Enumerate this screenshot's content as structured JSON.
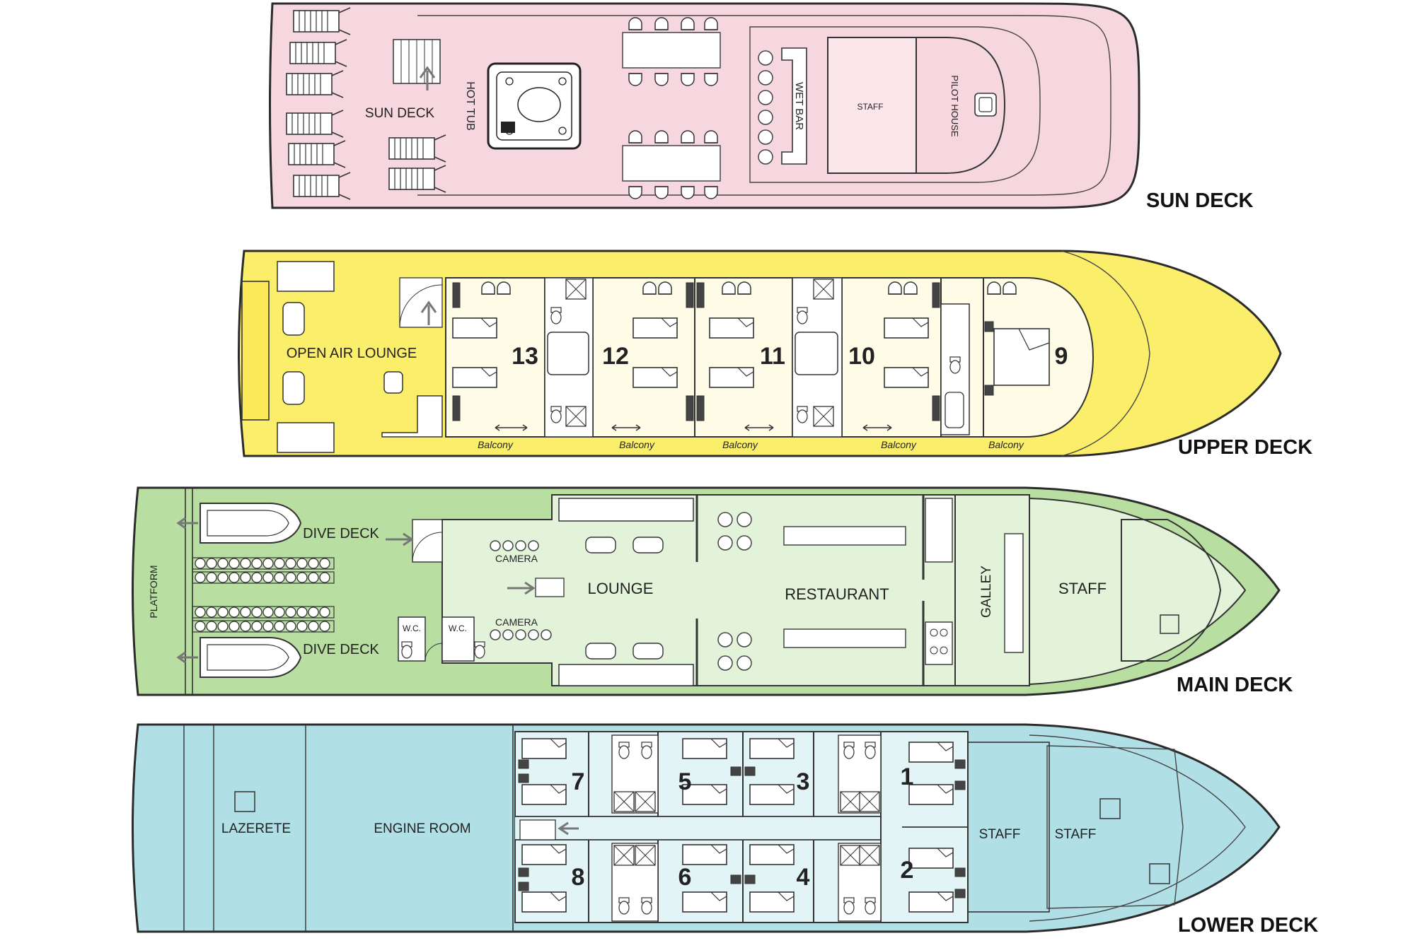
{
  "colors": {
    "sun": "#f6d6df",
    "sun_room": "#fbe6ec",
    "upper": "#fbee6a",
    "upper_room": "#fefbe6",
    "main": "#b9dea1",
    "main_room": "#e3f3da",
    "lower": "#b1dfe6",
    "lower_room": "#e2f4f5",
    "outline": "#2b2b2b"
  },
  "decks": {
    "sun": {
      "title": "SUN DECK",
      "area": "SUN DECK",
      "hot_tub": "HOT TUB",
      "wet_bar": "WET BAR",
      "staff": "STAFF",
      "pilot_house": "PILOT HOUSE"
    },
    "upper": {
      "title": "UPPER DECK",
      "lounge": "OPEN AIR LOUNGE",
      "cabins": [
        "13",
        "12",
        "11",
        "10",
        "9"
      ],
      "balcony": [
        "Balcony",
        "Balcony",
        "Balcony",
        "Balcony",
        "Balcony"
      ]
    },
    "main": {
      "title": "MAIN DECK",
      "platform": "PLATFORM",
      "dive_top": "DIVE DECK",
      "dive_bottom": "DIVE DECK",
      "camera_top": "CAMERA",
      "camera_bottom": "CAMERA",
      "wc_left": "W.C.",
      "wc_right": "W.C.",
      "lounge": "LOUNGE",
      "restaurant": "RESTAURANT",
      "galley": "GALLEY",
      "staff": "STAFF"
    },
    "lower": {
      "title": "LOWER DECK",
      "lazerete": "LAZERETE",
      "engine_room": "ENGINE ROOM",
      "cabins": [
        "7",
        "5",
        "3",
        "1",
        "8",
        "6",
        "4",
        "2"
      ],
      "staff_a": "STAFF",
      "staff_b": "STAFF"
    }
  }
}
